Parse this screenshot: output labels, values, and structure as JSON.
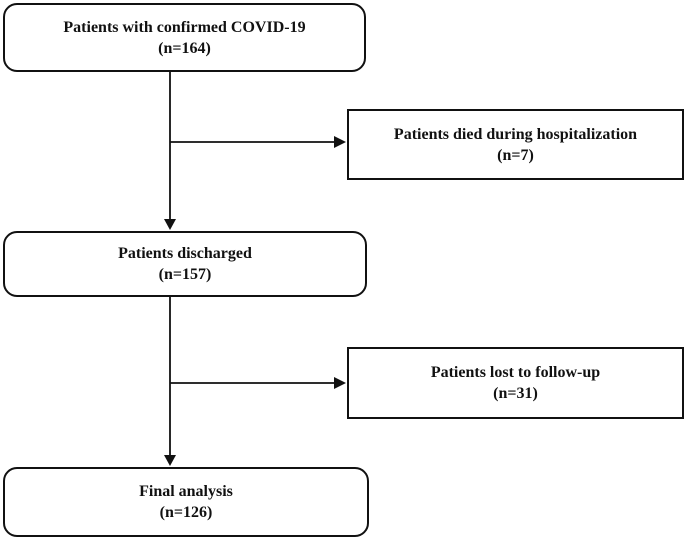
{
  "diagram": {
    "type": "flowchart",
    "direction": "top-down",
    "nodes": {
      "confirmed": {
        "label": "Patients with confirmed COVID-19",
        "count": "(n=164)",
        "n": 164,
        "shape": "rounded"
      },
      "died": {
        "label": "Patients died during hospitalization",
        "count": "(n=7)",
        "n": 7,
        "shape": "rect"
      },
      "discharged": {
        "label": "Patients discharged",
        "count": "(n=157)",
        "n": 157,
        "shape": "rounded"
      },
      "lost": {
        "label": "Patients lost to follow-up",
        "count": "(n=31)",
        "n": 31,
        "shape": "rect"
      },
      "final": {
        "label": "Final analysis",
        "count": "(n=126)",
        "n": 126,
        "shape": "rounded"
      }
    },
    "edges": [
      {
        "from": "confirmed",
        "to": "died",
        "style": "branch-right"
      },
      {
        "from": "confirmed",
        "to": "discharged",
        "style": "down"
      },
      {
        "from": "discharged",
        "to": "lost",
        "style": "branch-right"
      },
      {
        "from": "discharged",
        "to": "final",
        "style": "down"
      }
    ],
    "colors": {
      "line": "#111111",
      "text": "#111111",
      "background": "#ffffff"
    }
  }
}
